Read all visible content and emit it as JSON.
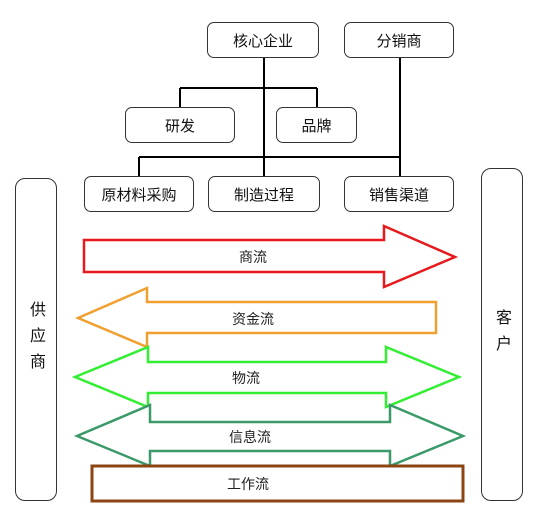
{
  "nodes": {
    "core": "核心企业",
    "distributor": "分销商",
    "rnd": "研发",
    "brand": "品牌",
    "procurement": "原材料采购",
    "manufacturing": "制造过程",
    "sales_channel": "销售渠道",
    "supplier": "供应商",
    "customer": "客户"
  },
  "flows": {
    "commerce": "商流",
    "capital": "资金流",
    "logistics": "物流",
    "information": "信息流",
    "work": "工作流"
  },
  "colors": {
    "commerce": "#e8191c",
    "capital": "#f0a030",
    "logistics": "#33ee33",
    "information": "#3a9a6a",
    "work": "#8b4513",
    "lines": "#000000"
  }
}
